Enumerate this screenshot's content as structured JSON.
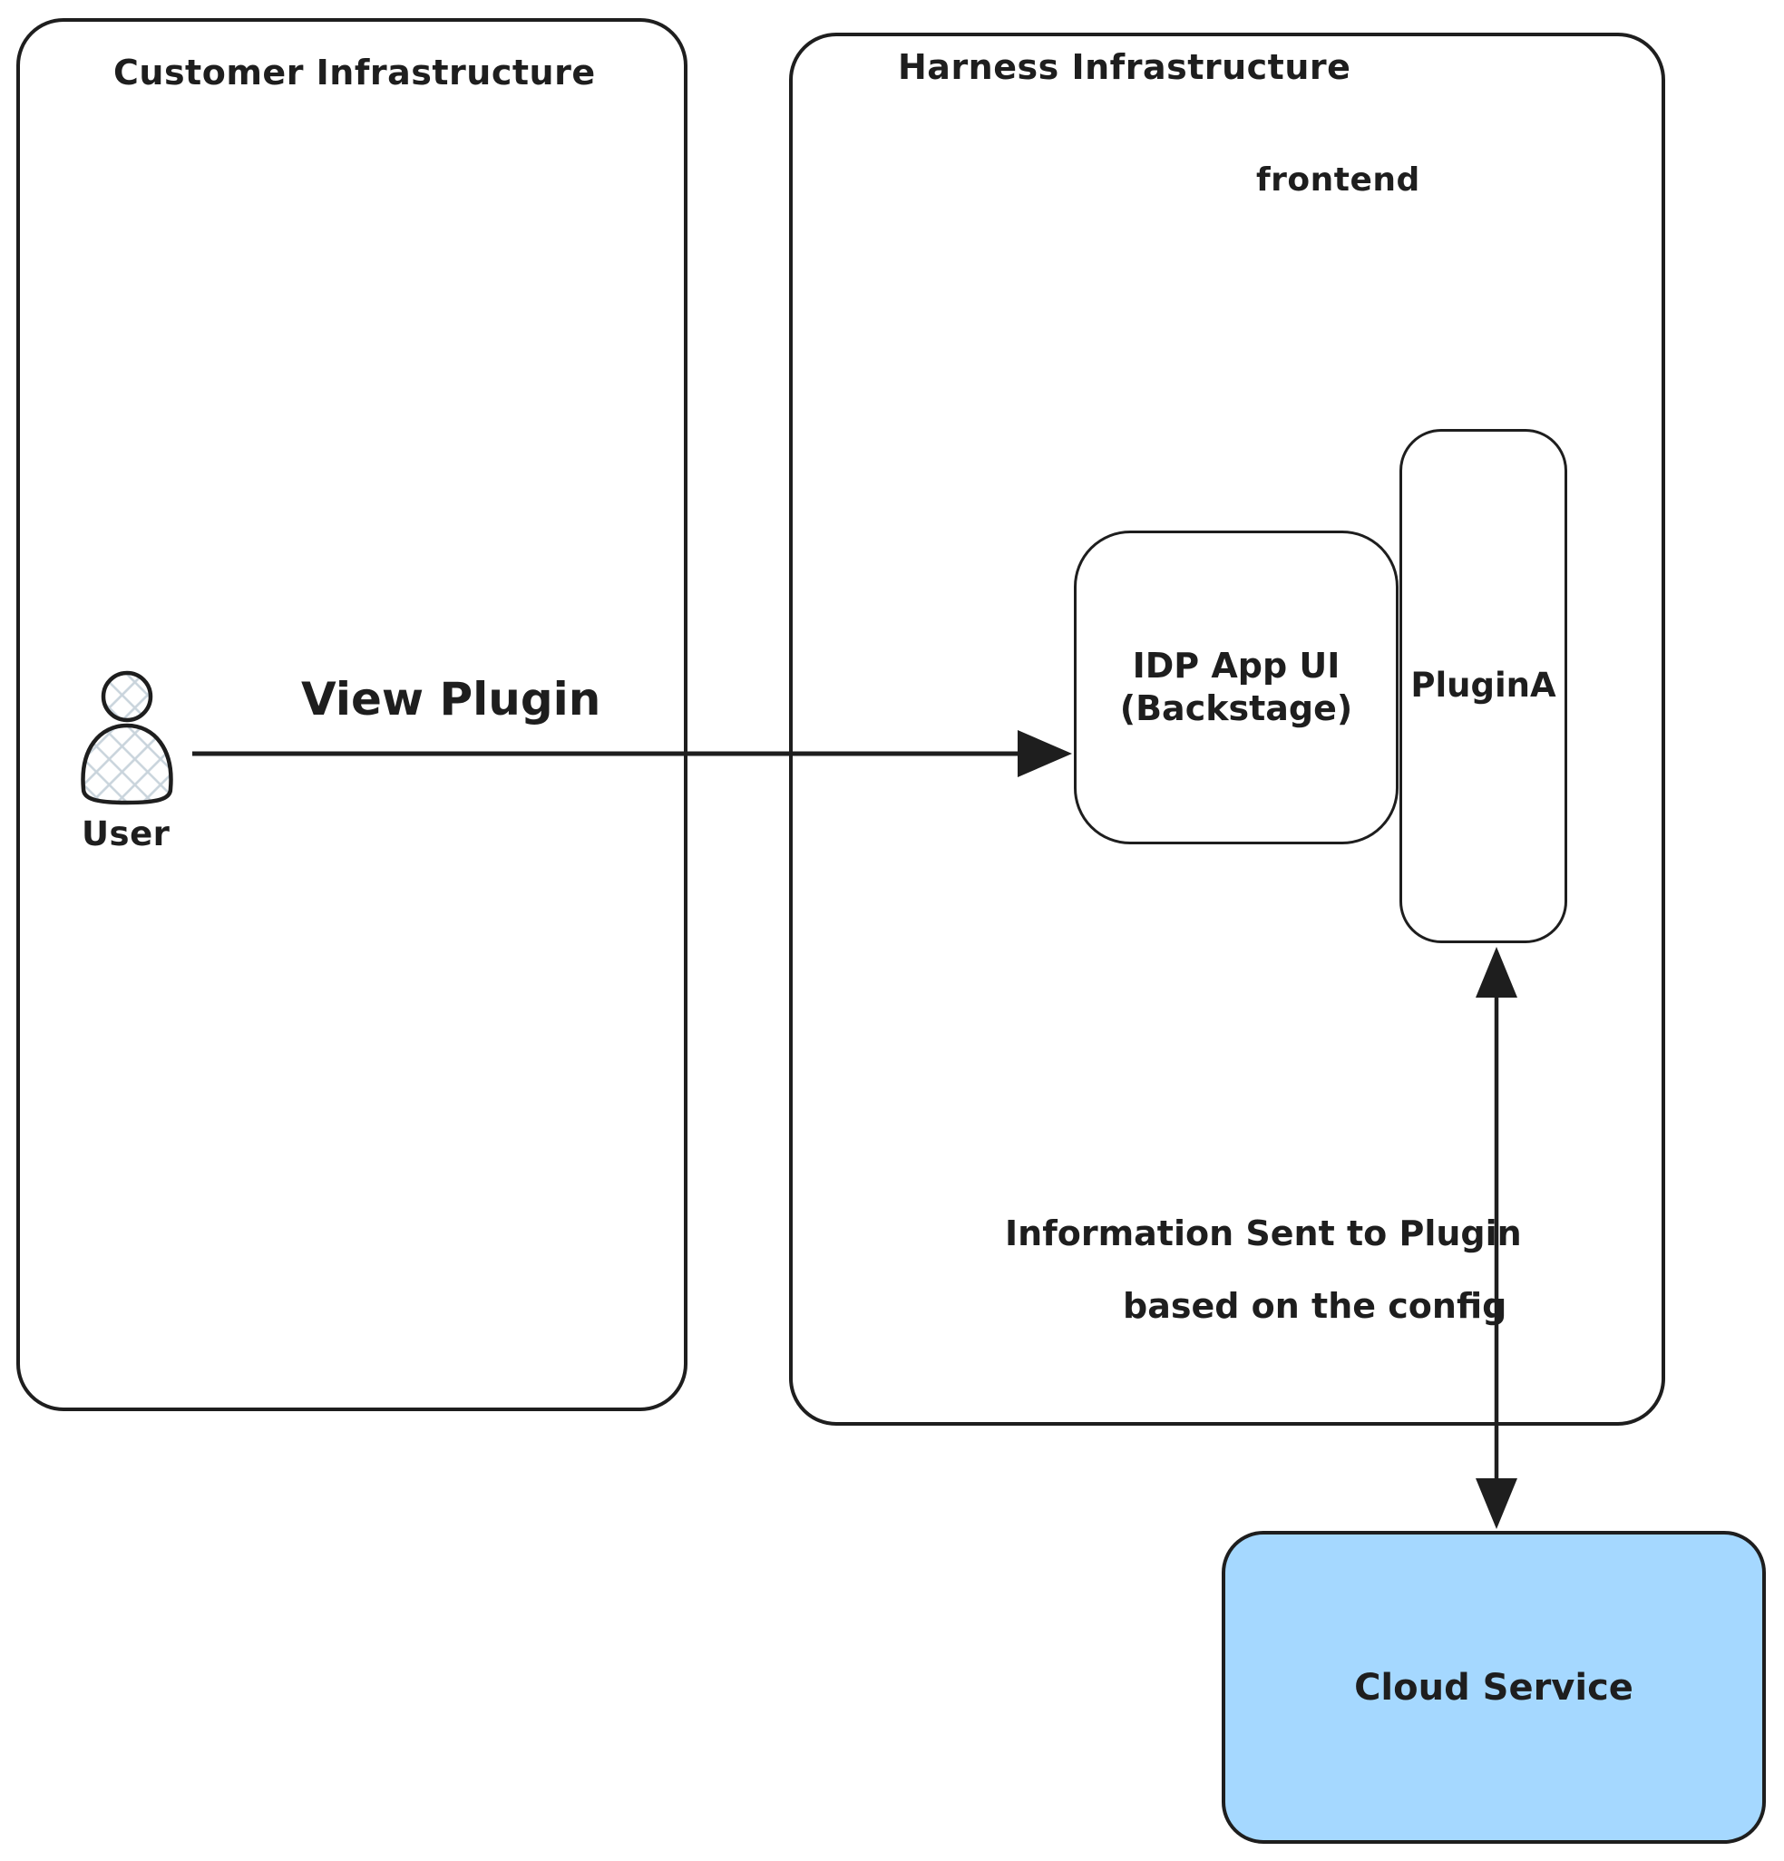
{
  "diagram": {
    "customer_box": {
      "title": "Customer Infrastructure"
    },
    "harness_box": {
      "title": "Harness Infrastructure",
      "sublabel": "frontend"
    },
    "idp_box": {
      "line1": "IDP App UI",
      "line2": "(Backstage)"
    },
    "plugin_box": {
      "label": "PluginA"
    },
    "cloud_box": {
      "label": "Cloud Service"
    },
    "user": {
      "label": "User"
    },
    "edges": {
      "view_plugin_label": "View Plugin",
      "info_label_line1": "Information Sent to Plugin",
      "info_label_line2": "based on the config"
    },
    "colors": {
      "stroke": "#1e1e1e",
      "cloud_fill": "#a5d8ff",
      "hatch": "#c9d4dc",
      "background": "#ffffff"
    }
  }
}
